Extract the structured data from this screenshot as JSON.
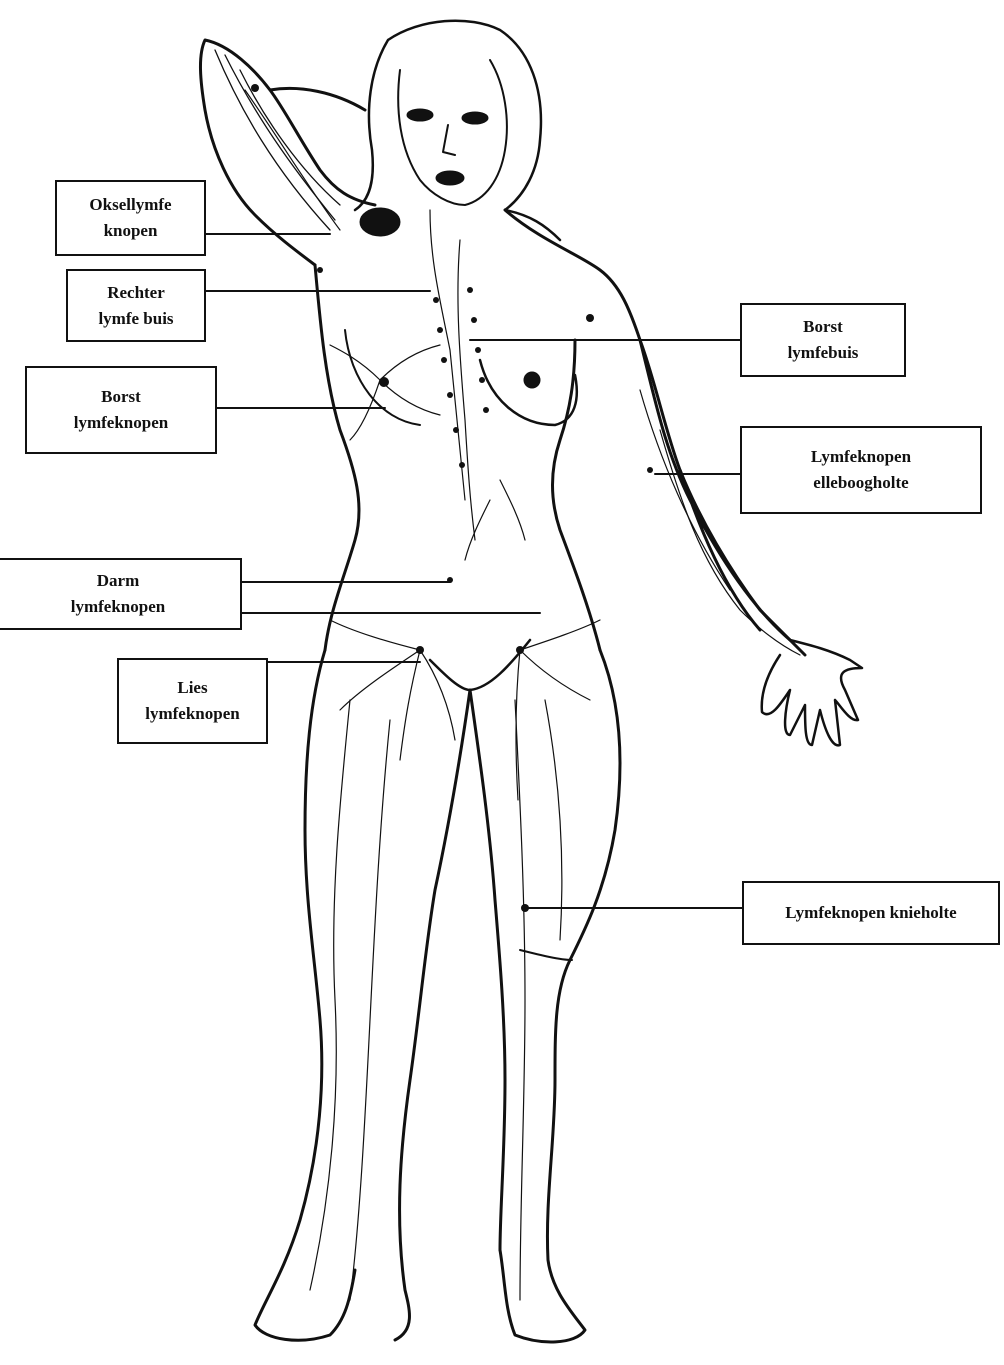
{
  "diagram": {
    "labels": {
      "oksel": "Oksellymfe\nknopen",
      "rechter": "Rechter\nlymfe buis",
      "borst_knopen": "Borst\nlymfeknopen",
      "darm": "Darm\nlymfeknopen",
      "lies": "Lies\nlymfeknopen",
      "borst_buis": "Borst\nlymfebuis",
      "elleboog": "Lymfeknopen\nelleboogholte",
      "knie": "Lymfeknopen knieholte"
    },
    "colors": {
      "line": "#111111",
      "background": "#ffffff"
    }
  }
}
